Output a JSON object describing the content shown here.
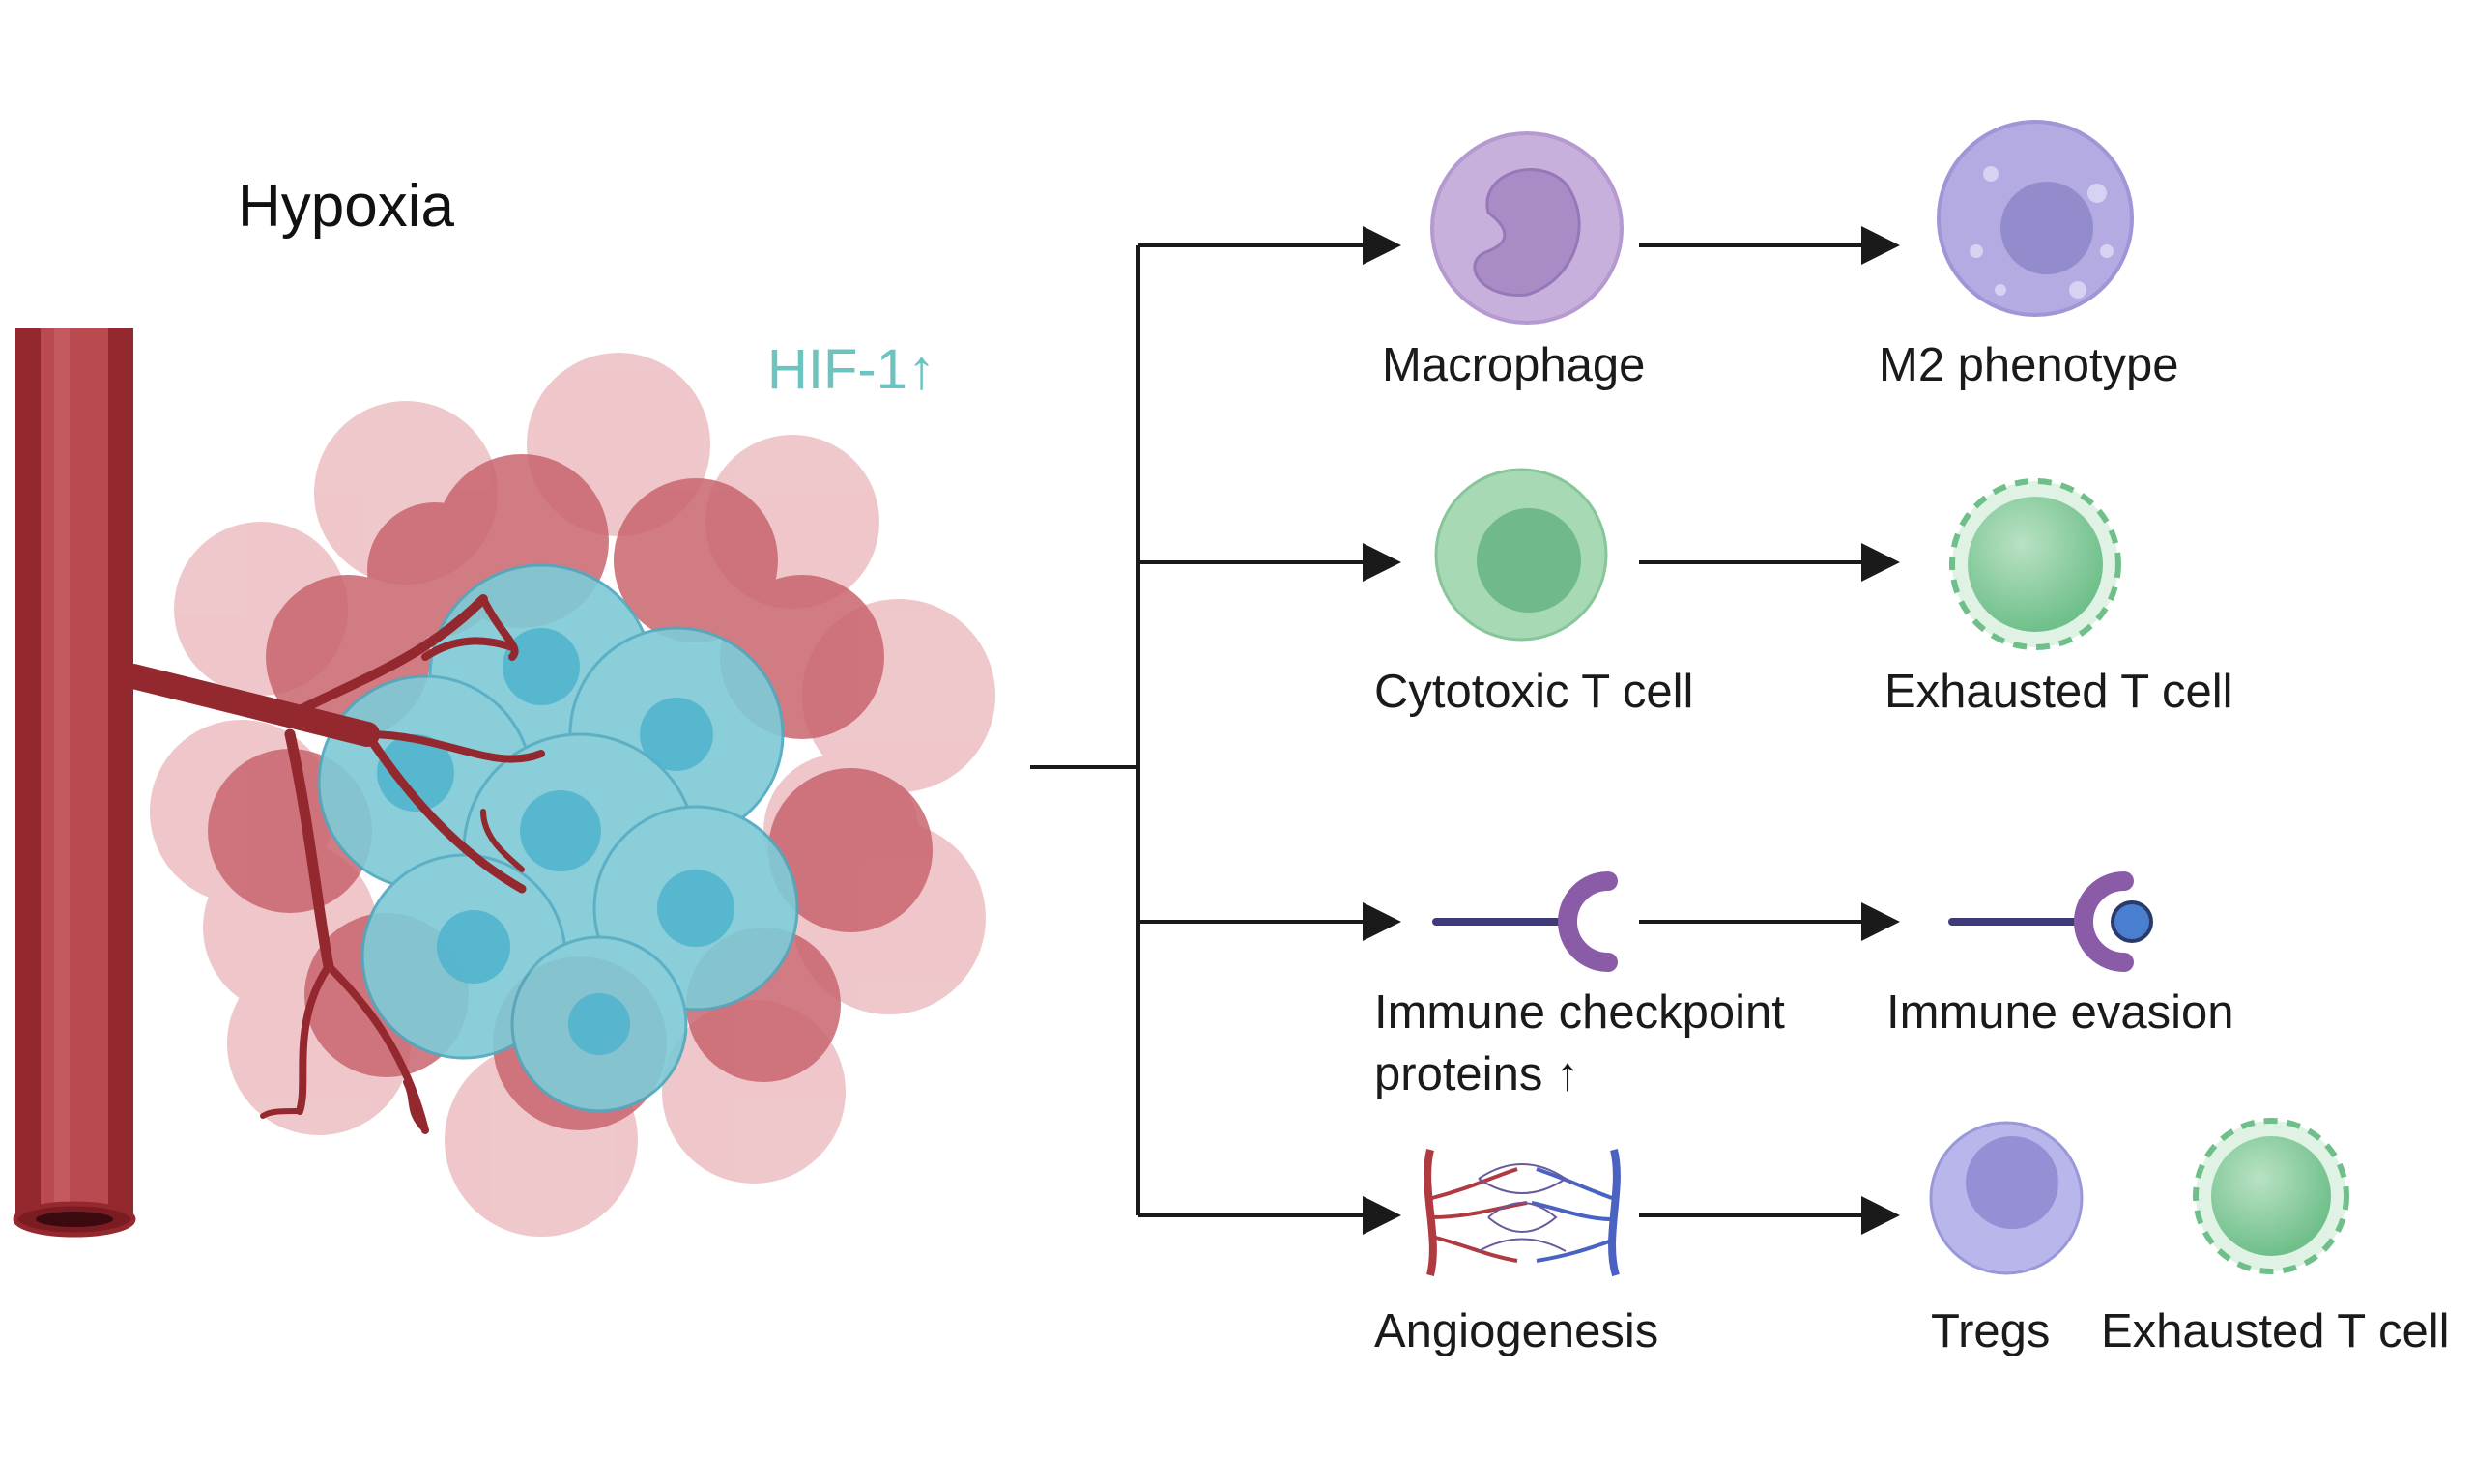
{
  "title": "Hypoxia",
  "hif_label": "HIF-1↑",
  "rows": [
    {
      "source": {
        "label": "Macrophage",
        "icon": "macrophage-icon"
      },
      "target": {
        "label": "M2 phenotype",
        "icon": "m2-macrophage-icon"
      }
    },
    {
      "source": {
        "label": "Cytotoxic T cell",
        "icon": "cytotoxic-t-cell-icon"
      },
      "target": {
        "label": "Exhausted T cell",
        "icon": "exhausted-t-cell-icon"
      }
    },
    {
      "source": {
        "label_lines": [
          "Immune checkpoint",
          "proteins ↑"
        ],
        "icon": "checkpoint-receptor-icon"
      },
      "target": {
        "label": "Immune evasion",
        "icon": "receptor-ligand-bound-icon"
      }
    },
    {
      "source": {
        "label": "Angiogenesis",
        "icon": "angiogenesis-vessels-icon"
      },
      "targets": [
        {
          "label": "Tregs",
          "icon": "treg-cell-icon"
        },
        {
          "label": "Exhausted T cell",
          "icon": "exhausted-t-cell-icon"
        }
      ]
    }
  ],
  "colors": {
    "hif": "#6cc3bf",
    "tumor_cyan": "#7fcad6",
    "tumor_red": "#c9646e",
    "tumor_pink": "#eab5b9",
    "vessel": "#a8363b",
    "macrophage": "#c7b0dc",
    "t_cell_green": "#8fcb9f",
    "treg_blue": "#a9a6e0",
    "checkpoint_purple": "#8a5ca8"
  }
}
